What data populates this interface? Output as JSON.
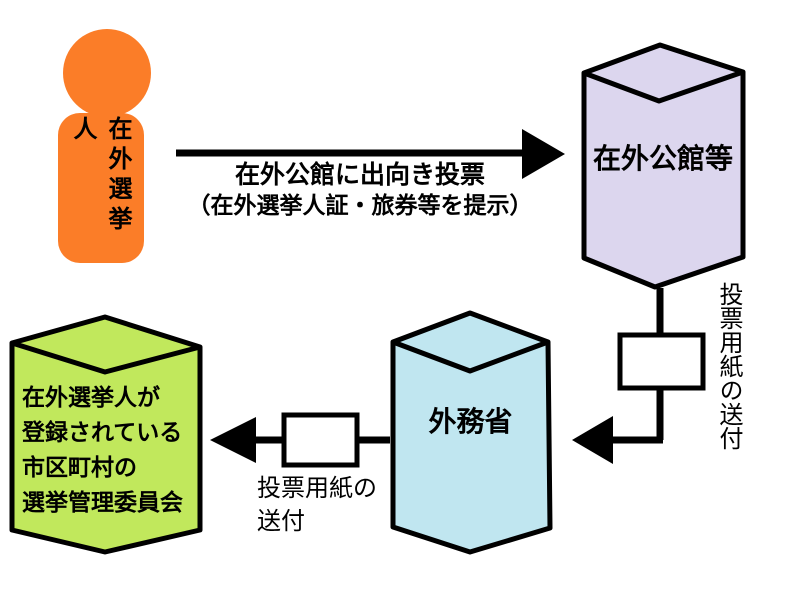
{
  "colors": {
    "orange": "#FB7D28",
    "lavender": "#DCD6EE",
    "light_blue": "#C0E6F0",
    "green": "#C1E85C",
    "outline": "#000000",
    "envelope_fill": "#FFFFFF"
  },
  "person": {
    "label": "在外選挙人"
  },
  "flow_arrow": {
    "line1": "在外公館に出向き投票",
    "line2": "（在外選挙人証・旅券等を提示）"
  },
  "nodes": {
    "embassy": {
      "label": "在外公館等"
    },
    "mofa": {
      "label": "外務省"
    },
    "municipality": {
      "line1": "在外選挙人が",
      "line2": "登録されている",
      "line3": "市区町村の",
      "line4": "選挙管理委員会"
    }
  },
  "transfers": {
    "embassy_to_mofa": {
      "label": "投票用紙の送付"
    },
    "mofa_to_municipality": {
      "line1": "投票用紙の",
      "line2": "送付"
    }
  }
}
